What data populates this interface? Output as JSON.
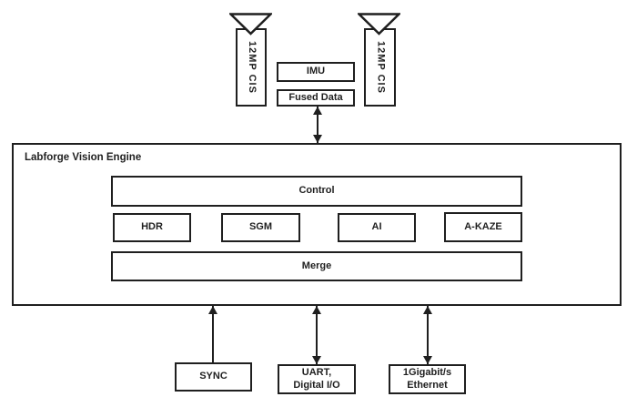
{
  "colors": {
    "stroke": "#1f1f1f",
    "background": "#ffffff",
    "text": "#1f1f1f"
  },
  "sensors": {
    "left_camera": {
      "label": "12MP CIS"
    },
    "right_camera": {
      "label": "12MP CIS"
    },
    "imu": {
      "label": "IMU"
    },
    "fused_data": {
      "label": "Fused Data"
    }
  },
  "engine": {
    "title": "Labforge Vision Engine",
    "control_label": "Control",
    "modules": [
      {
        "label": "HDR"
      },
      {
        "label": "SGM"
      },
      {
        "label": "AI"
      },
      {
        "label": "A-KAZE"
      }
    ],
    "merge_label": "Merge"
  },
  "io_ports": [
    {
      "line1": "SYNC",
      "line2": ""
    },
    {
      "line1": "UART,",
      "line2": "Digital I/O"
    },
    {
      "line1": "1Gigabit/s",
      "line2": "Ethernet"
    }
  ]
}
